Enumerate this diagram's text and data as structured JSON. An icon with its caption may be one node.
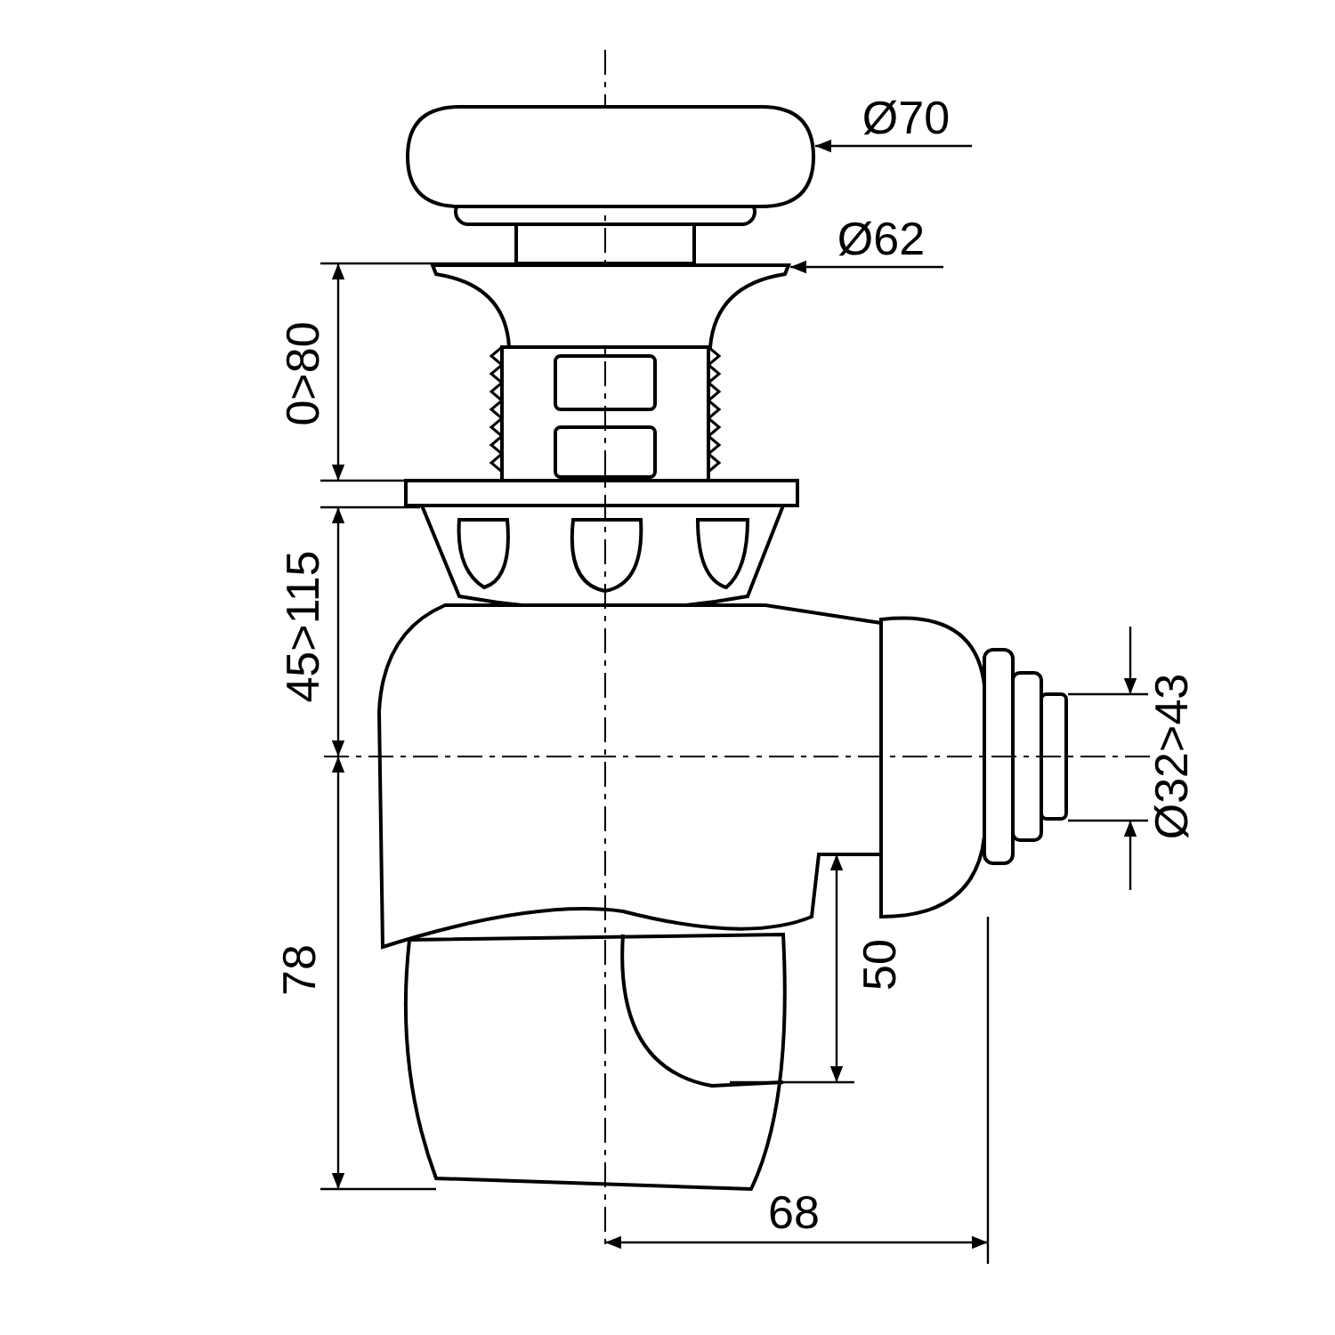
{
  "diagram": {
    "nodes": [
      {
        "text": [
          "Ø70"
        ]
      },
      {
        "text": [],
        "shape": "box"
      },
      {
        "text": [
          "Ø62"
        ]
      },
      {
        "text": [],
        "shape": "box"
      }
    ],
    "edges": [
      {
        "from": 0,
        "to": 1,
        "arrow": "to"
      },
      {
        "from": 2,
        "to": 3,
        "arrow": "to"
      }
    ],
    "labels": [
      "0>80",
      "45>115",
      "Ø32>43",
      "78",
      "50",
      "68"
    ]
  }
}
